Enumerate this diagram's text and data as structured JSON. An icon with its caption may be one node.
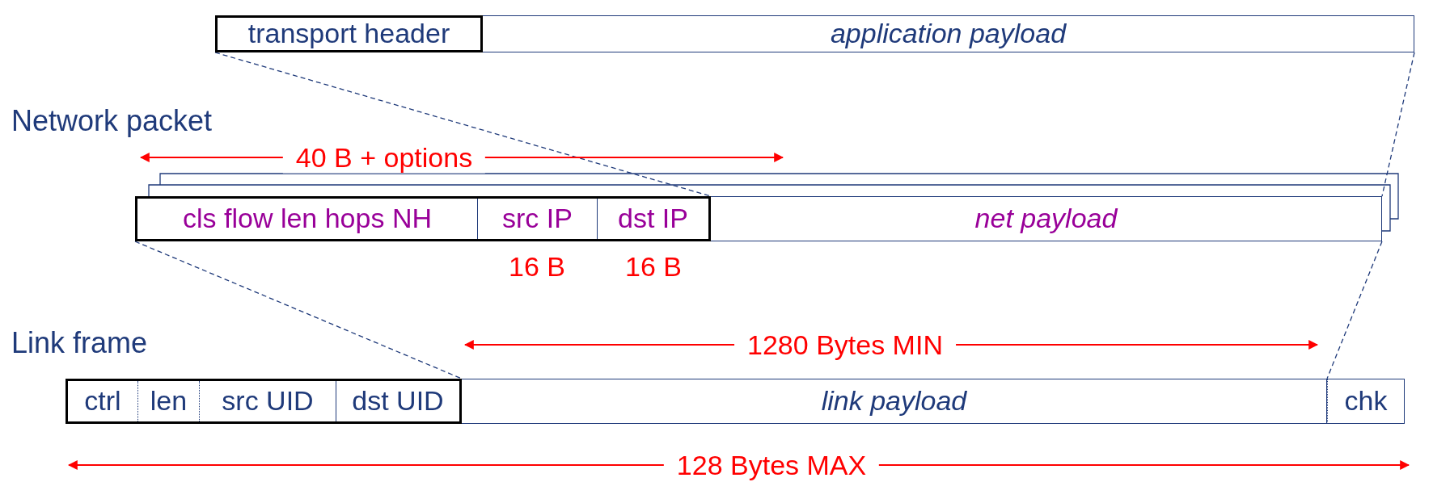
{
  "diagram": {
    "nodes": [
      {
        "text": [
          "transport header"
        ]
      },
      {
        "text": [
          "application payload"
        ]
      },
      {
        "text": [],
        "shape": "box"
      },
      {
        "text": [
          "cls flow len hops NH"
        ],
        "in": 2
      },
      {
        "text": [
          "src IP"
        ],
        "in": 2,
        "beside": [
          "16 B"
        ]
      },
      {
        "text": [
          "dst IP"
        ],
        "in": 2,
        "beside": [
          "16 B"
        ]
      },
      {
        "text": [
          "net payload"
        ]
      },
      {
        "text": [],
        "shape": "box"
      },
      {
        "text": [
          "ctrl"
        ],
        "in": 7
      },
      {
        "text": [
          "len"
        ],
        "in": 7
      },
      {
        "text": [
          "src UID"
        ],
        "in": 7
      },
      {
        "text": [
          "dst UID"
        ],
        "in": 7
      },
      {
        "text": [
          "link payload"
        ]
      },
      {
        "text": [
          "chk"
        ]
      }
    ],
    "edges": [
      {
        "from": 0,
        "to": 6,
        "arrow": "none",
        "style": "dashed"
      },
      {
        "from": 1,
        "to": 6,
        "arrow": "none",
        "style": "dashed"
      },
      {
        "from": 2,
        "to": 12,
        "arrow": "none",
        "style": "dashed"
      },
      {
        "from": 6,
        "to": 12,
        "arrow": "none",
        "style": "dashed"
      }
    ],
    "labels": [
      "Network packet",
      "40 B + options",
      "Link frame",
      "1280 Bytes MIN",
      "128 Bytes MAX"
    ]
  }
}
